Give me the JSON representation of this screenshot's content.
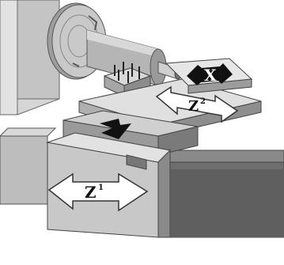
{
  "diagram": {
    "labels": {
      "x_axis": "X",
      "z2_axis": "Z",
      "z2_sup": "2",
      "z1_axis": "Z",
      "z1_sup": "1"
    },
    "colors": {
      "background": "#ffffff",
      "light_gray": "#d4d4d4",
      "mid_gray": "#a8a8a8",
      "dark_gray": "#6e6e6e",
      "darker_gray": "#555555",
      "black": "#111111",
      "arrow_white": "#ffffff"
    },
    "icons": [
      "lathe-headstock-icon",
      "chuck-icon",
      "spindle-icon",
      "tool-post-icon",
      "cross-slide-icon",
      "carriage-saddle-icon",
      "lathe-bed-icon",
      "x-axis-arrow-icon",
      "z2-axis-arrow-icon",
      "z1-axis-arrow-icon",
      "down-arrow-icon"
    ]
  }
}
